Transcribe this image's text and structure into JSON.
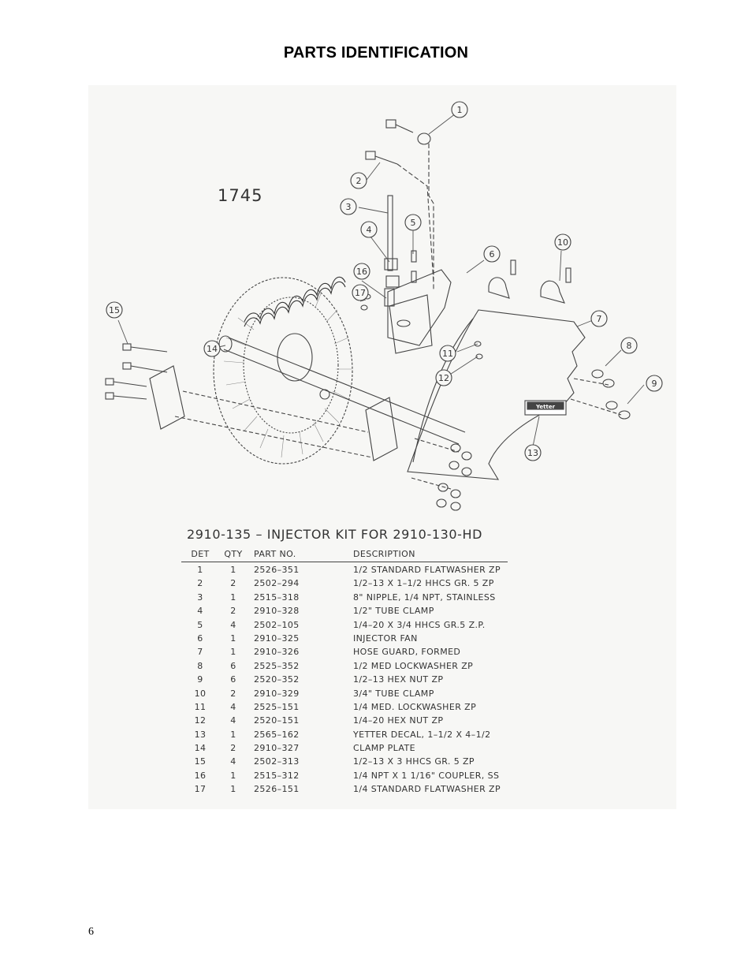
{
  "page_title": "PARTS IDENTIFICATION",
  "figure_number": "1745",
  "kit_title": "2910-135  –  INJECTOR KIT FOR 2910-130-HD",
  "table_headers": {
    "det": "DET",
    "qty": "QTY",
    "part": "PART NO.",
    "desc": "DESCRIPTION"
  },
  "parts": [
    {
      "det": "1",
      "qty": "1",
      "part": "2526–351",
      "desc": "1/2 STANDARD FLATWASHER   ZP"
    },
    {
      "det": "2",
      "qty": "2",
      "part": "2502–294",
      "desc": "1/2–13 X 1–1/2 HHCS GR. 5 ZP"
    },
    {
      "det": "3",
      "qty": "1",
      "part": "2515–318",
      "desc": "8\" NIPPLE, 1/4 NPT, STAINLESS"
    },
    {
      "det": "4",
      "qty": "2",
      "part": "2910–328",
      "desc": "1/2\" TUBE CLAMP"
    },
    {
      "det": "5",
      "qty": "4",
      "part": "2502–105",
      "desc": "1/4–20 X 3/4 HHCS GR.5 Z.P."
    },
    {
      "det": "6",
      "qty": "1",
      "part": "2910–325",
      "desc": "INJECTOR FAN"
    },
    {
      "det": "7",
      "qty": "1",
      "part": "2910–326",
      "desc": "HOSE GUARD, FORMED"
    },
    {
      "det": "8",
      "qty": "6",
      "part": "2525–352",
      "desc": "1/2 MED LOCKWASHER ZP"
    },
    {
      "det": "9",
      "qty": "6",
      "part": "2520–352",
      "desc": "1/2–13 HEX NUT ZP"
    },
    {
      "det": "10",
      "qty": "2",
      "part": "2910–329",
      "desc": "3/4\" TUBE CLAMP"
    },
    {
      "det": "11",
      "qty": "4",
      "part": "2525–151",
      "desc": "1/4 MED. LOCKWASHER   ZP"
    },
    {
      "det": "12",
      "qty": "4",
      "part": "2520–151",
      "desc": "1/4–20 HEX NUT ZP"
    },
    {
      "det": "13",
      "qty": "1",
      "part": "2565–162",
      "desc": "YETTER DECAL, 1–1/2 X 4–1/2"
    },
    {
      "det": "14",
      "qty": "2",
      "part": "2910–327",
      "desc": "CLAMP PLATE"
    },
    {
      "det": "15",
      "qty": "4",
      "part": "2502–313",
      "desc": "1/2–13 X 3 HHCS GR. 5 ZP"
    },
    {
      "det": "16",
      "qty": "1",
      "part": "2515–312",
      "desc": "1/4 NPT X 1 1/16\" COUPLER, SS"
    },
    {
      "det": "17",
      "qty": "1",
      "part": "2526–151",
      "desc": "1/4 STANDARD FLATWASHER   ZP"
    }
  ],
  "callouts": [
    "1",
    "2",
    "3",
    "4",
    "5",
    "6",
    "7",
    "8",
    "9",
    "10",
    "11",
    "12",
    "13",
    "14",
    "15",
    "16",
    "17"
  ],
  "decal_text": "Yetter",
  "page_number": "6"
}
